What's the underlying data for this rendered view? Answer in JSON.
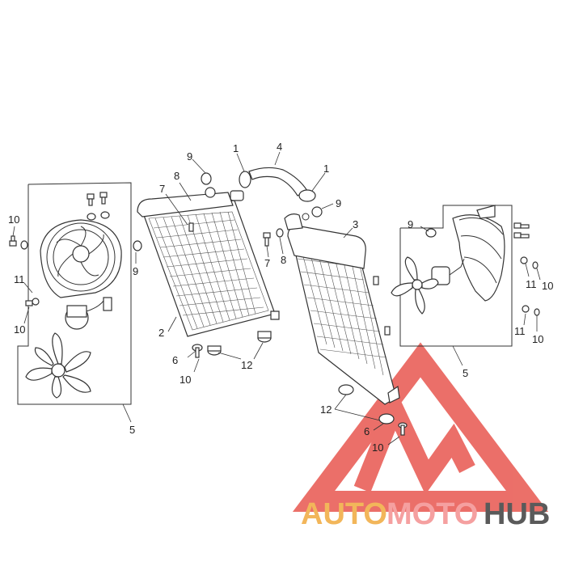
{
  "labels": {
    "left_fan_10a": "10",
    "left_fan_11": "11",
    "left_fan_10b": "10",
    "left_fan_5": "5",
    "rad_9a": "9",
    "rad_8a": "8",
    "rad_7a": "7",
    "rad_9b": "9",
    "rad_2": "2",
    "rad_6": "6",
    "rad_10": "10",
    "rad_12": "12",
    "hose_1a": "1",
    "hose_4": "4",
    "hose_1b": "1",
    "rad3_9": "9",
    "rad3_3": "3",
    "rad3_7": "7",
    "rad3_8": "8",
    "rad3_12": "12",
    "rad3_6": "6",
    "rad3_10": "10",
    "right_fan_9": "9",
    "right_fan_11a": "11",
    "right_fan_10a": "10",
    "right_fan_11b": "11",
    "right_fan_10b": "10",
    "right_fan_5": "5"
  },
  "watermark": {
    "part1": "AUTO",
    "part2": "MOTO",
    "part3": "HUB",
    "color_auto": "#f2b65a",
    "color_moto": "#f5a0a0",
    "color_hub": "#5a5a5a",
    "logo_color": "#e8574f"
  }
}
